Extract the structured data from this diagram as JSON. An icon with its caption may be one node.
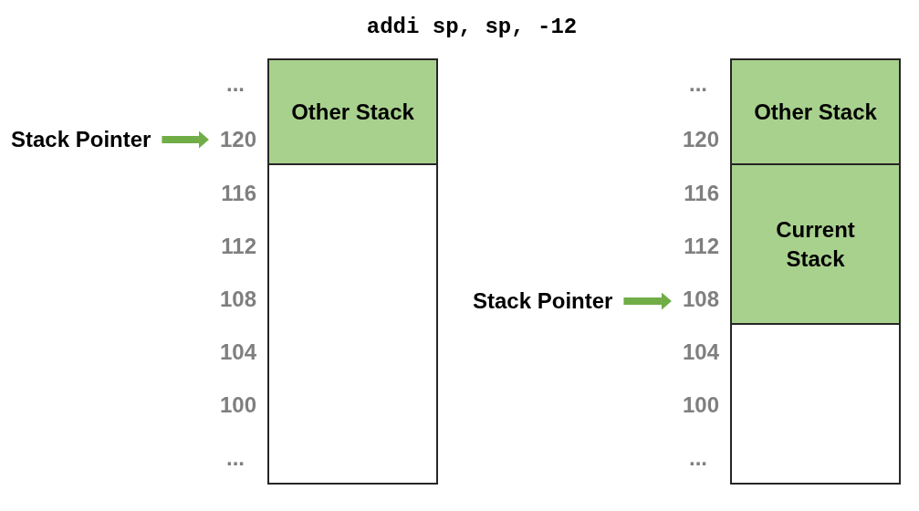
{
  "diagram": {
    "title": "addi sp, sp, -12",
    "nodes": [
      {
        "text": [],
        "shape": "box"
      },
      {
        "text": [
          "Other Stack"
        ],
        "in": 0
      },
      {
        "text": [
          "Stack Pointer"
        ]
      },
      {
        "text": [
          "120"
        ]
      },
      {
        "text": [],
        "shape": "box"
      },
      {
        "text": [
          "Other Stack"
        ],
        "in": 4
      },
      {
        "text": [
          "Current Stack"
        ],
        "in": 4
      },
      {
        "text": [
          "Stack Pointer"
        ]
      },
      {
        "text": [
          "108"
        ]
      }
    ],
    "edges": [
      {
        "from": 2,
        "to": 3,
        "arrow": "to",
        "color": "#70ad47"
      },
      {
        "from": 7,
        "to": 8,
        "arrow": "to",
        "color": "#70ad47"
      }
    ],
    "labels": [
      "...",
      "116",
      "112",
      "108",
      "104",
      "100",
      "...",
      "...",
      "120",
      "116",
      "112",
      "104",
      "100",
      "..."
    ]
  }
}
